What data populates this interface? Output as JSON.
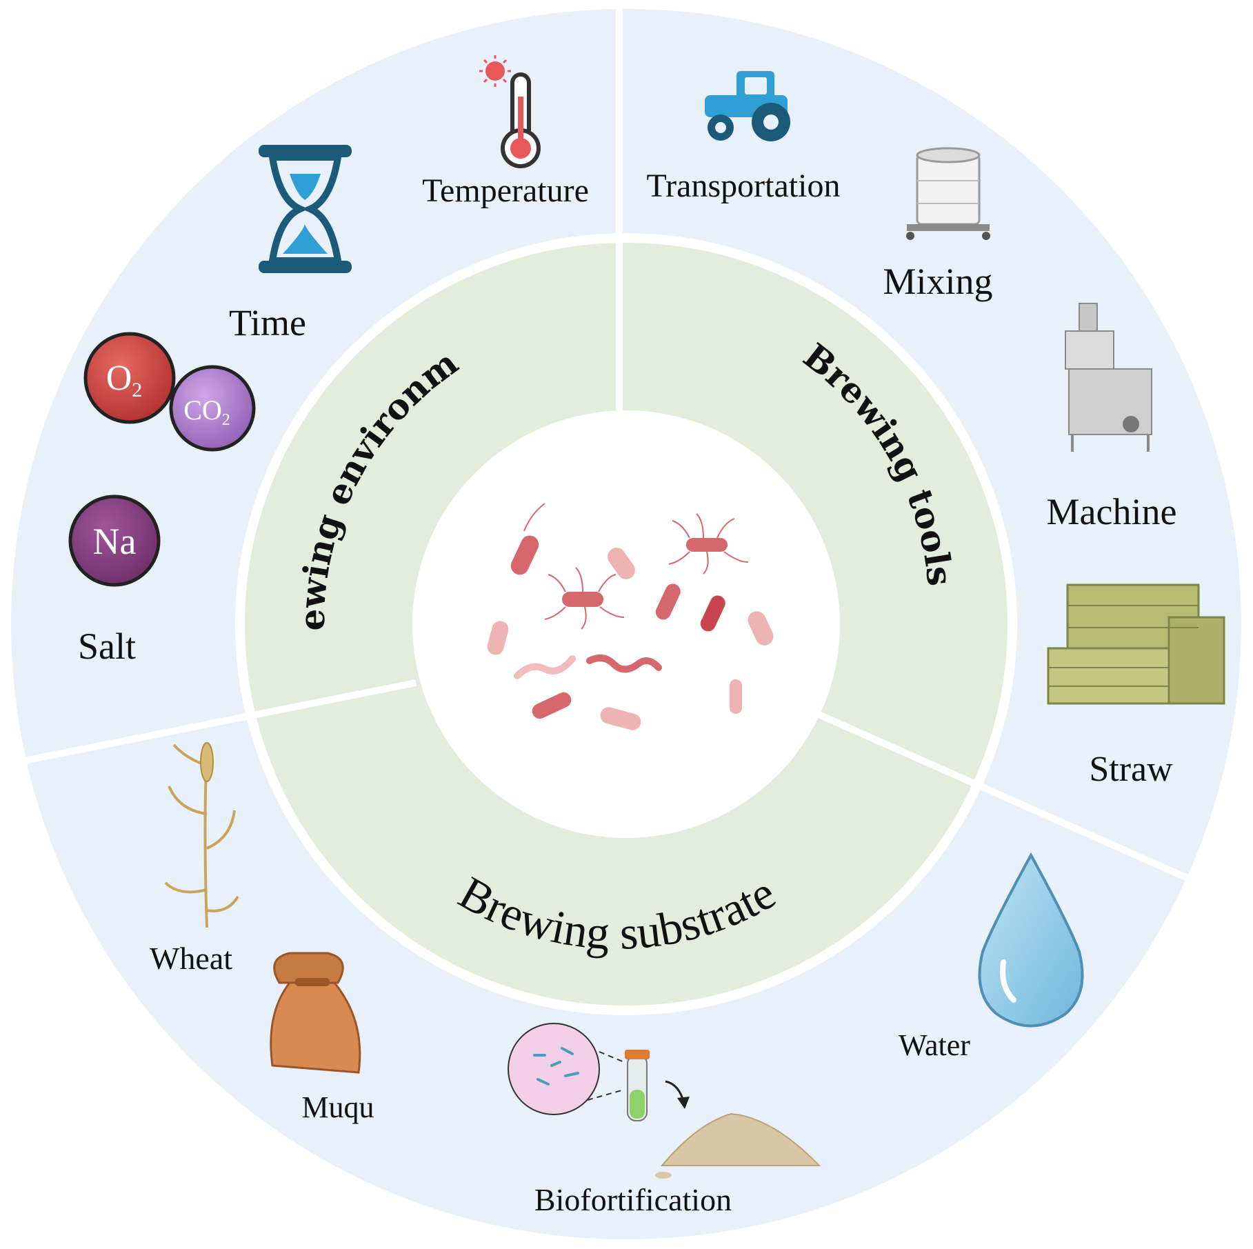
{
  "inner_ring": {
    "environment": "Brewing environment",
    "tools": "Brewing tools",
    "substrate": "Brewing substrate"
  },
  "outer_items": {
    "temperature": "Temperature",
    "transportation": "Transportation",
    "time": "Time",
    "mixing": "Mixing",
    "machine": "Machine",
    "salt": "Salt",
    "straw": "Straw",
    "wheat": "Wheat",
    "muqu": "Muqu",
    "water": "Water",
    "biofortification": "Biofortification"
  },
  "molecules": {
    "o2": "O",
    "o2_sub": "2",
    "co2": "CO",
    "co2_sub": "2",
    "na": "Na"
  },
  "icons": {
    "thermometer": "thermometer-icon",
    "tractor": "tractor-icon",
    "hourglass": "hourglass-icon",
    "mixer": "mixing-tank-icon",
    "machine": "machine-icon",
    "straw": "straw-bales-icon",
    "wheat": "wheat-plant-icon",
    "muqu": "sack-icon",
    "water": "water-drop-icon",
    "biofortification": "microbe-inoculation-icon",
    "center": "microbes-icon"
  },
  "colors": {
    "outer_ring": "#e8f0f9",
    "inner_ring": "#e4eddc",
    "center": "#ffffff",
    "microbe": "#d5676d",
    "o2": "#c83a3a",
    "co2": "#a676c4",
    "na": "#7c3a78",
    "water": "#8ec9e8",
    "tractor": "#2f9fd6",
    "hourglass": "#1c5a7a"
  }
}
